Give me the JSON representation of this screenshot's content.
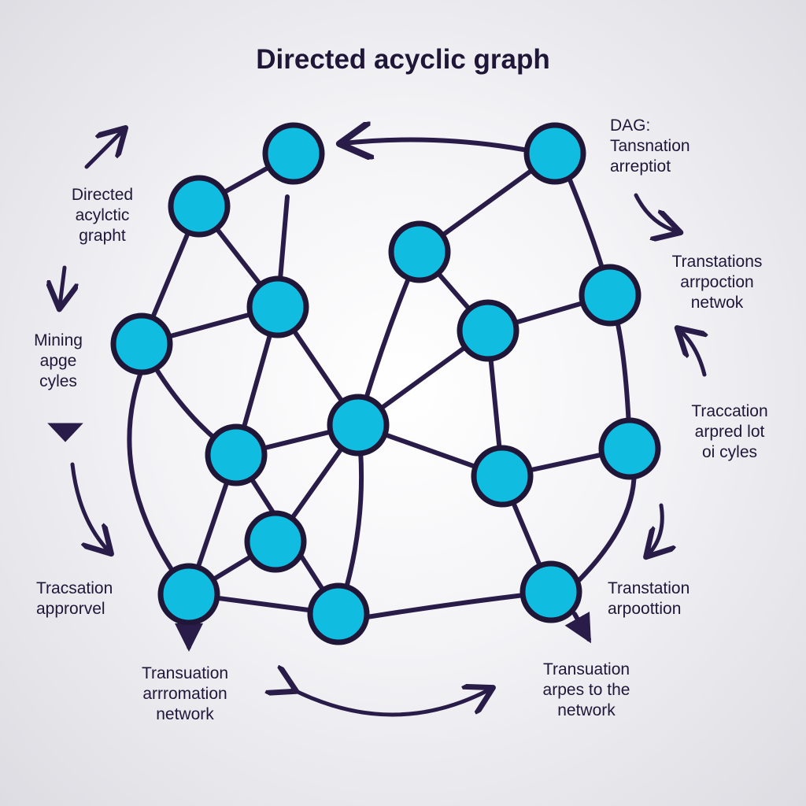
{
  "title": "Directed acyclic graph",
  "colors": {
    "node_fill": "#10bde0",
    "node_stroke": "#1f1638",
    "edge": "#2a1c48",
    "text": "#1f1638"
  },
  "nodes": [
    "n1",
    "n2",
    "n3",
    "n4",
    "n5",
    "n6",
    "n7",
    "n8",
    "n9",
    "n10",
    "n11",
    "n12",
    "n13",
    "n14",
    "n15",
    "n16"
  ],
  "labels": {
    "top_right": [
      "DAG:",
      "Tansnation",
      "arreptiot"
    ],
    "right_upper": [
      "Transtations",
      "arrpoction",
      "netwok"
    ],
    "right_middle": [
      "Traccation",
      "arpred lot",
      "oi cyles"
    ],
    "right_lower": [
      "Transtation",
      "arpoottion"
    ],
    "bottom_right": [
      "Transuation",
      "arpes to the",
      "network"
    ],
    "bottom_left": [
      "Transuation",
      "arrromation",
      "network"
    ],
    "left_lower": [
      "Tracsation",
      "approrvel"
    ],
    "left_middle": [
      "Mining",
      "apge",
      "cyles"
    ],
    "left_upper": [
      "Directed",
      "acylctic",
      "grapht"
    ]
  }
}
